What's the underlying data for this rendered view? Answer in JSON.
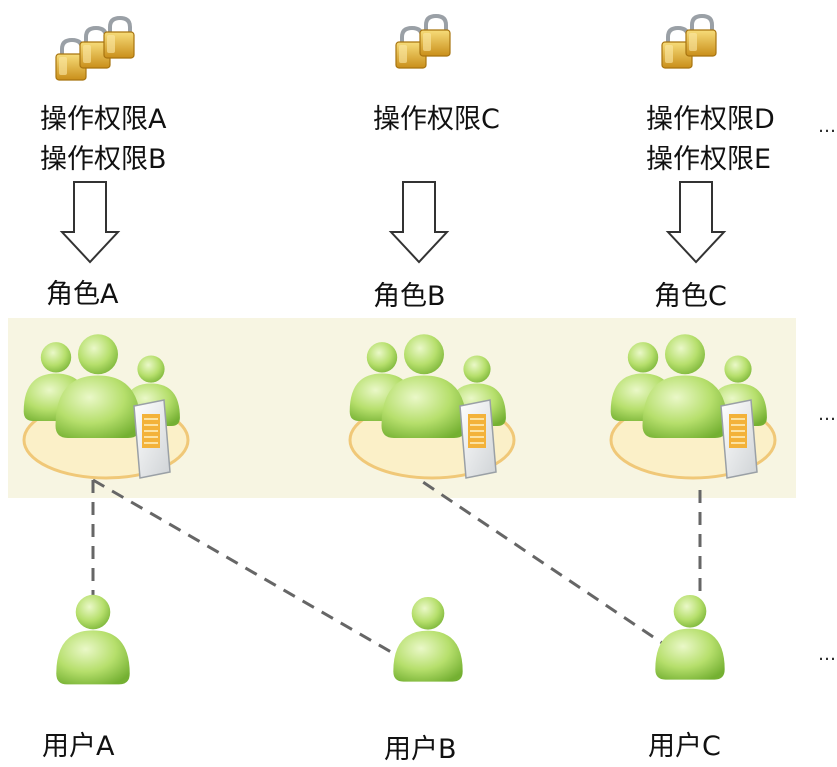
{
  "permissions": [
    {
      "lines": [
        "操作权限A",
        "操作权限B"
      ]
    },
    {
      "lines": [
        "操作权限C"
      ]
    },
    {
      "lines": [
        "操作权限D",
        "操作权限E"
      ]
    }
  ],
  "roles": [
    "角色A",
    "角色B",
    "角色C"
  ],
  "users": [
    "用户A",
    "用户B",
    "用户C"
  ],
  "ellipsis": [
    "…",
    "…",
    "…"
  ],
  "colors": {
    "band": "#f7f5e2",
    "person_light": "#c4e580",
    "person_dark": "#7cb83a",
    "lock_gold": "#e7b53a",
    "ring": "#f0c878",
    "dash": "#666666"
  },
  "connections": [
    {
      "role": "角色A",
      "user": "用户A"
    },
    {
      "role": "角色A",
      "user": "用户B"
    },
    {
      "role": "角色B",
      "user": "用户C"
    },
    {
      "role": "角色C",
      "user": "用户C"
    }
  ]
}
